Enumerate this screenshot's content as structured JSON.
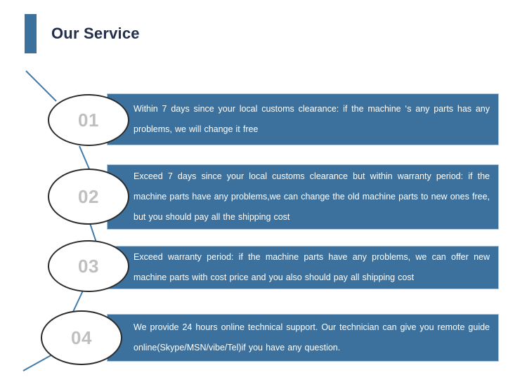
{
  "header": {
    "title": "Our Service",
    "accent_color": "#3B719C",
    "title_color": "#232E4A"
  },
  "theme": {
    "bar_color": "#3B719C",
    "bar_border_color": "#AFCCE4",
    "bar_text_color": "#FFFFFF",
    "circle_fill": "#FFFFFF",
    "circle_stroke": "#2B2B2B",
    "circle_number_color": "#BFBFBF",
    "connector_color": "#3E7CAC",
    "background": "#FFFFFF"
  },
  "steps": [
    {
      "number": "01",
      "text": "Within 7 days since your local customs clearance: if the machine ‘s any parts has any problems, we will change it free"
    },
    {
      "number": "02",
      "text": "Exceed 7 days since your local customs clearance but within warranty period: if the machine parts have any problems,we can change the old machine parts to new ones free, but you should pay all the shipping cost"
    },
    {
      "number": "03",
      "text": "Exceed warranty period: if the machine parts have any problems, we can offer new machine parts with cost price and you also should pay all shipping cost"
    },
    {
      "number": "04",
      "text": "We provide 24 hours online technical support. Our technician can give you remote guide online(Skype/MSN/vibe/Tel)if you have any question."
    }
  ]
}
